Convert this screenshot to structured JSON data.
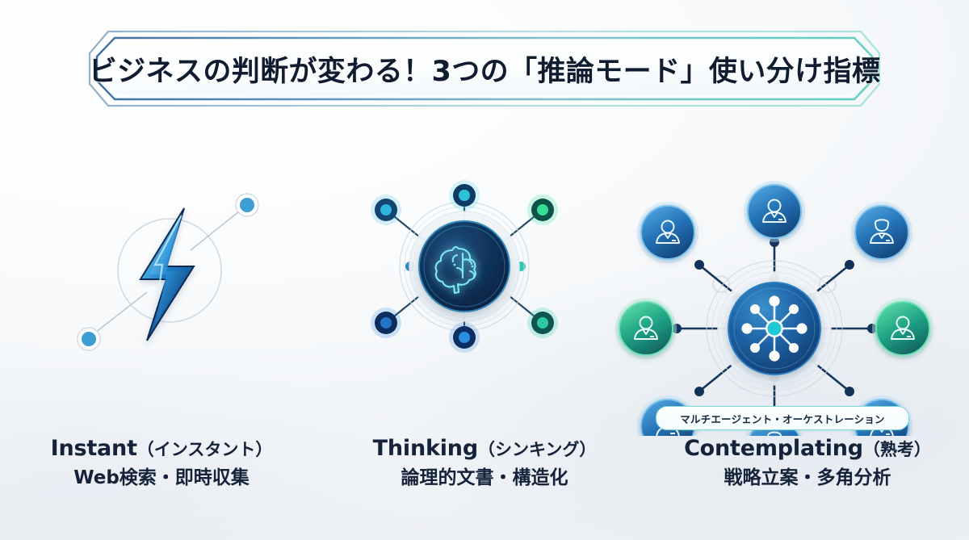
{
  "banner": {
    "title": "ビジネスの判断が変わる！3つの「推論モード」使い分け指標",
    "border_left_color": "#4a7fae",
    "border_right_color": "#63cfc4",
    "fill_color": "#fbfdfe"
  },
  "background": {
    "base_color": "#f4f6f9",
    "tint_color": "#edf0f4"
  },
  "pill": {
    "label": "マルチエージェント・オーケストレーション",
    "border_color": "#7fd8d6",
    "text_color": "#13263c"
  },
  "columns": [
    {
      "id": "instant",
      "icon": "lightning-bolt-icon",
      "name_en": "Instant",
      "name_jp": "（インスタント）",
      "subtitle": "Web検索・即時収集",
      "accent_color": "#2f9fe0",
      "node_count": 2
    },
    {
      "id": "thinking",
      "icon": "brain-icon",
      "name_en": "Thinking",
      "name_jp": "（シンキング）",
      "subtitle": "論理的文書・構造化",
      "accent_color": "#17a2b8",
      "node_count": 6
    },
    {
      "id": "contemplating",
      "icon": "network-hub-icon",
      "name_en": "Contemplating",
      "name_jp": "（熟考）",
      "subtitle": "戦略立案・多角分析",
      "accent_color": "#1f6fb4",
      "node_count": 8
    }
  ],
  "diagram": {
    "type": "concept-flow",
    "connector_color": "#2c5870",
    "satellite_blue": "#1d74c4",
    "satellite_cyan": "#2fc5d8",
    "satellite_green": "#2fce8f",
    "hub_dark": "#0d2344",
    "ghost_node_color": "#d8dee5"
  }
}
